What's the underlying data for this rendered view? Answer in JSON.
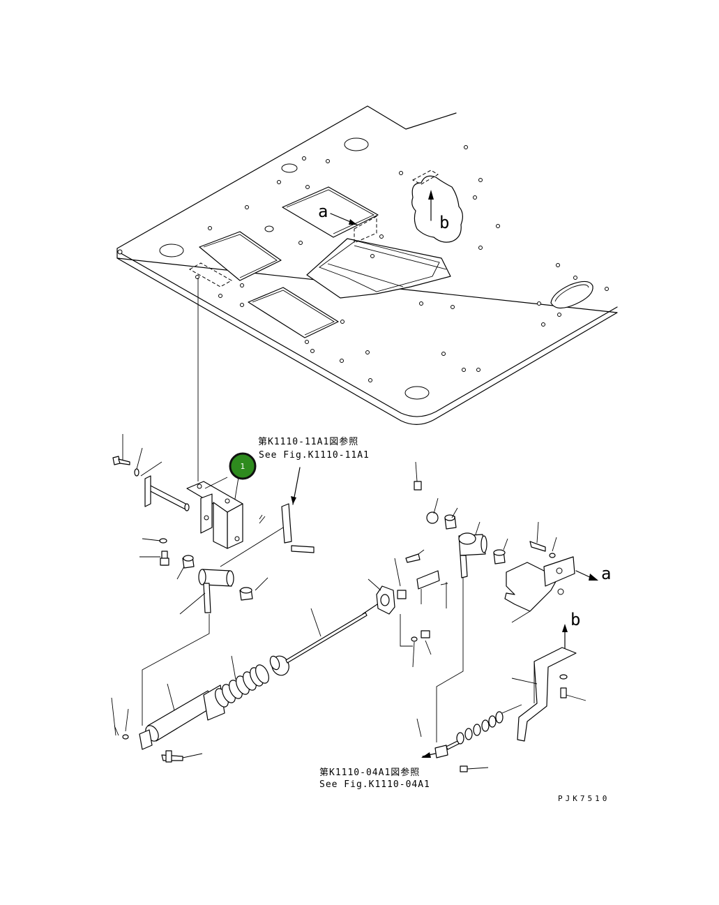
{
  "callouts": {
    "upper": {
      "jp": "第K1110-11A1図参照",
      "en": "See Fig.K1110-11A1"
    },
    "lower": {
      "jp": "第K1110-04A1図参照",
      "en": "See Fig.K1110-04A1"
    }
  },
  "view_markers": {
    "a": "a",
    "b": "b"
  },
  "part_badge": {
    "number": "1",
    "color": "#2e8b1e",
    "border": "#111111"
  },
  "drawing_code": "PJK7510"
}
